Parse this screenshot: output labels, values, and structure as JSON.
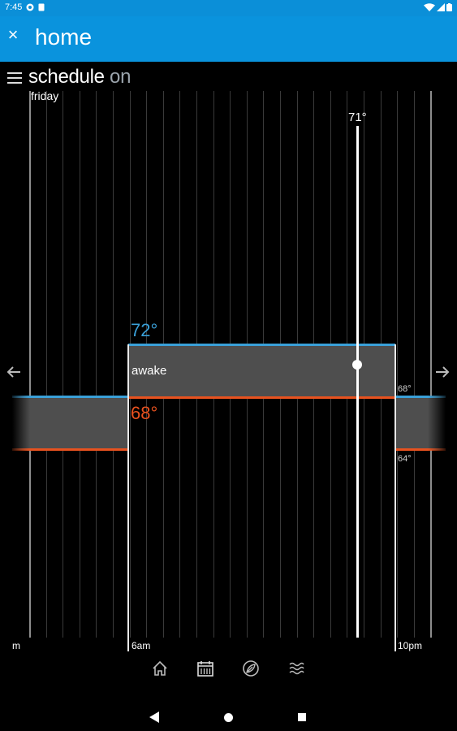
{
  "status_bar": {
    "time": "7:45"
  },
  "app_bar": {
    "close_label": "×",
    "title": "home"
  },
  "schedule": {
    "title": "schedule",
    "state": "on",
    "day": "friday"
  },
  "current": {
    "temp": "71°"
  },
  "periods": [
    {
      "name": "awake",
      "heat": "68°",
      "cool": "72°"
    },
    {
      "name": "",
      "heat": "64°",
      "cool": "68°"
    }
  ],
  "time_labels": {
    "left_partial": "m",
    "start": "6am",
    "end": "10pm"
  },
  "colors": {
    "accent": "#0a93dd",
    "cool": "#3aa0d8",
    "heat": "#e8521f",
    "band": "#4e4e4e"
  },
  "bottom_nav": [
    {
      "icon": "home-icon"
    },
    {
      "icon": "calendar-icon"
    },
    {
      "icon": "leaf-icon"
    },
    {
      "icon": "humidity-icon"
    }
  ]
}
